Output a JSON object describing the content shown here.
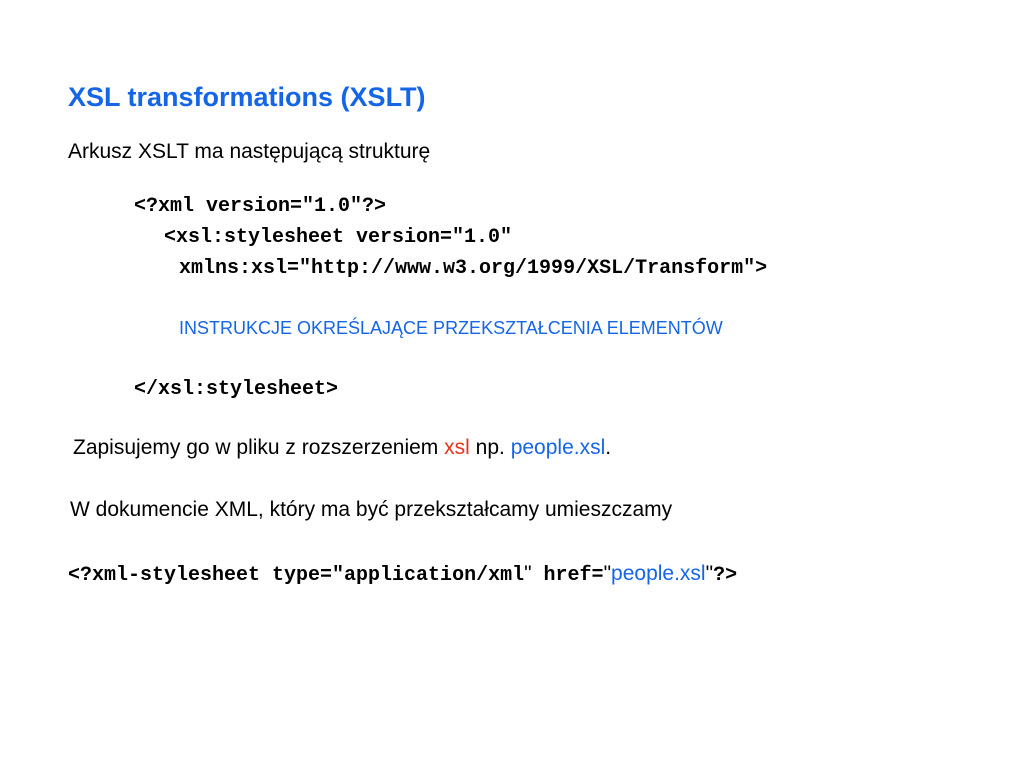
{
  "slide": {
    "title": "XSL transformations (XSLT)",
    "intro": "Arkusz XSLT ma następującą strukturę",
    "code_lines": [
      "<?xml version=\"1.0\"?>",
      "<xsl:stylesheet version=\"1.0\"",
      "xmlns:xsl=\"http://www.w3.org/1999/XSL/Transform\">"
    ],
    "instructions": "INSTRUKCJE OKREŚLAJĄCE PRZEKSZTAŁCENIA ELEMENTÓW",
    "closing_tag": "</xsl:stylesheet>",
    "save_para": {
      "before": "Zapisujemy go w pliku z rozszerzeniem ",
      "ext": "xsl",
      "middle": " np. ",
      "filename": "people.xsl",
      "end": "."
    },
    "doc_para": "W dokumencie XML, który ma być przekształcamy umieszczamy",
    "pi_line": {
      "part1": "<?xml-stylesheet type=\"application/xml",
      "quote1": "\"",
      "part2": " href=",
      "quote2": "\"",
      "filename": "people.xsl",
      "quote3": "\"",
      "end": "?>"
    },
    "colors": {
      "accent_blue": "#1565e8",
      "accent_red": "#e8331a"
    }
  }
}
